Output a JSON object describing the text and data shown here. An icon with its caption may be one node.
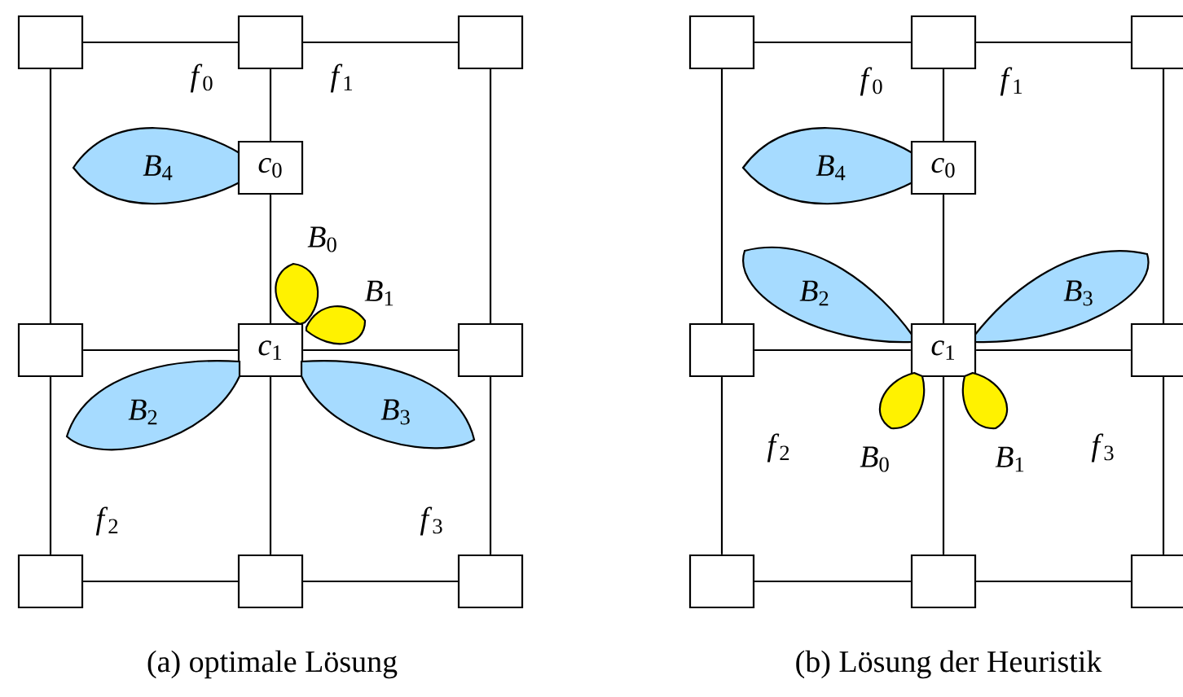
{
  "diagram": {
    "nodes": [
      {
        "text": [],
        "shape": "box"
      },
      {
        "text": [],
        "shape": "box"
      },
      {
        "text": [],
        "shape": "box"
      },
      {
        "text": [
          "*B*$_{4}$"
        ]
      },
      {
        "text": [
          "*c*$_{0}$"
        ]
      },
      {
        "text": [
          "*B*$_{0}$"
        ]
      },
      {
        "text": [
          "*B*$_{1}$"
        ]
      },
      {
        "text": [],
        "shape": "box"
      },
      {
        "text": [
          "*c*$_{1}$"
        ]
      },
      {
        "text": [],
        "shape": "box"
      },
      {
        "text": [
          "*B*$_{2}$"
        ]
      },
      {
        "text": [
          "*B*$_{3}$"
        ]
      },
      {
        "text": [],
        "shape": "box"
      },
      {
        "text": [],
        "shape": "box"
      },
      {
        "text": [],
        "shape": "box"
      },
      {
        "text": [],
        "shape": "box"
      },
      {
        "text": [],
        "shape": "box"
      },
      {
        "text": [],
        "shape": "box"
      },
      {
        "text": [
          "*B*$_{4}$"
        ]
      },
      {
        "text": [
          "*c*$_{0}$"
        ]
      },
      {
        "text": [
          "*B*$_{2}$"
        ]
      },
      {
        "text": [
          "*B*$_{3}$"
        ]
      },
      {
        "text": [],
        "shape": "box"
      },
      {
        "text": [
          "*c*$_{1}$"
        ]
      },
      {
        "text": [],
        "shape": "box"
      },
      {
        "text": [
          "*B*$_{0}$"
        ]
      },
      {
        "text": [
          "*B*$_{1}$"
        ]
      },
      {
        "text": [],
        "shape": "box"
      },
      {
        "text": [],
        "shape": "box"
      },
      {
        "text": [],
        "shape": "box"
      }
    ],
    "edges": [
      {
        "from": 0,
        "to": 1,
        "arrow": "none"
      },
      {
        "from": 1,
        "to": 2,
        "arrow": "none"
      },
      {
        "from": 0,
        "to": 7,
        "arrow": "none"
      },
      {
        "from": 1,
        "to": 4,
        "arrow": "none"
      },
      {
        "from": 2,
        "to": 9,
        "arrow": "none"
      },
      {
        "from": 4,
        "to": 8,
        "arrow": "none"
      },
      {
        "from": 7,
        "to": 8,
        "arrow": "none"
      },
      {
        "from": 8,
        "to": 9,
        "arrow": "none"
      },
      {
        "from": 7,
        "to": 12,
        "arrow": "none"
      },
      {
        "from": 8,
        "to": 13,
        "arrow": "none"
      },
      {
        "from": 9,
        "to": 14,
        "arrow": "none"
      },
      {
        "from": 12,
        "to": 13,
        "arrow": "none"
      },
      {
        "from": 13,
        "to": 14,
        "arrow": "none"
      },
      {
        "from": 15,
        "to": 16,
        "arrow": "none"
      },
      {
        "from": 16,
        "to": 17,
        "arrow": "none"
      },
      {
        "from": 15,
        "to": 22,
        "arrow": "none"
      },
      {
        "from": 16,
        "to": 19,
        "arrow": "none"
      },
      {
        "from": 17,
        "to": 24,
        "arrow": "none"
      },
      {
        "from": 19,
        "to": 23,
        "arrow": "none"
      },
      {
        "from": 22,
        "to": 23,
        "arrow": "none"
      },
      {
        "from": 23,
        "to": 24,
        "arrow": "none"
      },
      {
        "from": 22,
        "to": 27,
        "arrow": "none"
      },
      {
        "from": 23,
        "to": 28,
        "arrow": "none"
      },
      {
        "from": 24,
        "to": 29,
        "arrow": "none"
      },
      {
        "from": 27,
        "to": 28,
        "arrow": "none"
      },
      {
        "from": 28,
        "to": 29,
        "arrow": "none"
      }
    ],
    "labels": [
      "*f*$_{0}$",
      "*f*$_{1}$",
      "*f*$_{2}$",
      "*f*$_{3}$",
      "*f*$_{0}$",
      "*f*$_{1}$",
      "*f*$_{2}$",
      "*f*$_{3}$",
      "(a) optimale Lösung",
      "(b) Lösung der Heuristik"
    ]
  }
}
